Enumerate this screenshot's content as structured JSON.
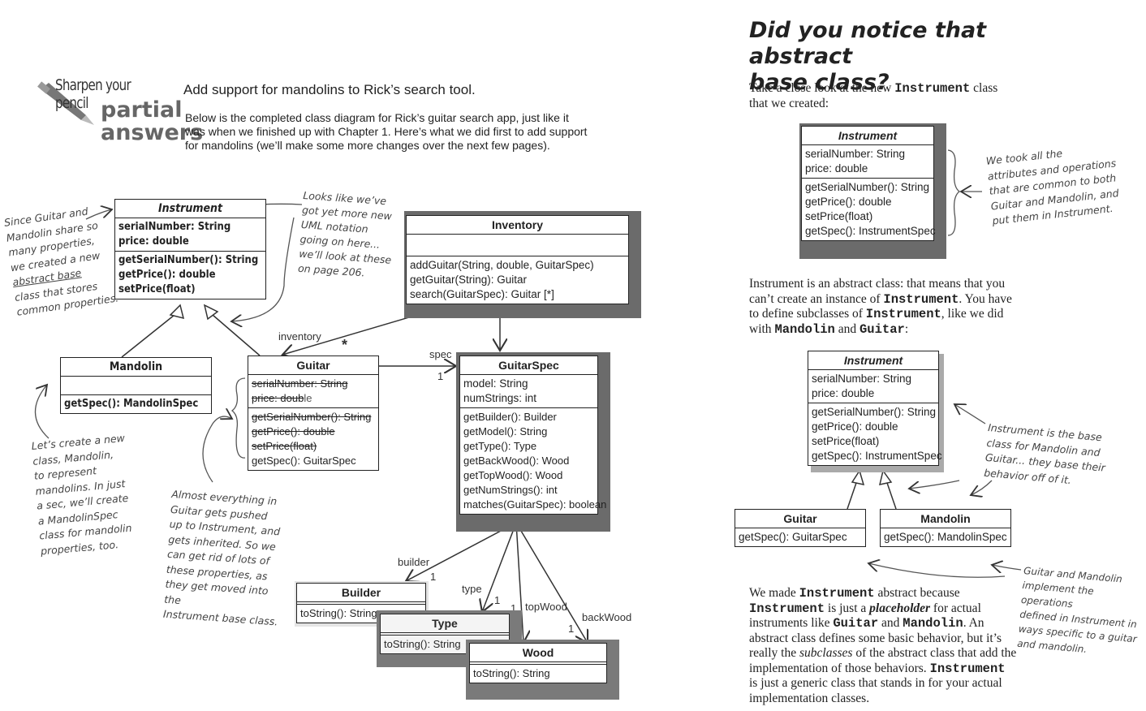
{
  "header": {
    "badge_top": "Sharpen your pencil",
    "badge_mid": "partial",
    "badge_bottom": "answers",
    "task": "Add support for mandolins to Rick’s search tool.",
    "intro_1": "Below is the completed class diagram for Rick’s guitar search app, just like it",
    "intro_2": "was when we finished up with Chapter 1. Here’s what we did first to add support",
    "intro_3": "for mandolins (we’ll make some more changes over the next few pages)."
  },
  "left_diagram": {
    "instrument": {
      "name": "Instrument",
      "attrs": [
        "serialNumber: String",
        "price: double"
      ],
      "ops": [
        "getSerialNumber(): String",
        "getPrice(): double",
        "setPrice(float)"
      ]
    },
    "mandolin": {
      "name": "Mandolin",
      "ops": [
        "getSpec(): MandolinSpec"
      ]
    },
    "guitar": {
      "name": "Guitar",
      "attr1": "serialNumber: String",
      "attr2a": "price: doub",
      "attr2b": "le",
      "ops_struck": [
        "getSerialNumber(): String",
        "getPrice(): double",
        "setPrice(float)"
      ],
      "op_kept": "getSpec(): GuitarSpec"
    },
    "inventory": {
      "name": "Inventory",
      "ops": [
        "addGuitar(String, double, GuitarSpec)",
        "getGuitar(String): Guitar",
        "search(GuitarSpec): Guitar [*]"
      ]
    },
    "guitarspec": {
      "name": "GuitarSpec",
      "attrs": [
        "model: String",
        "numStrings: int"
      ],
      "ops": [
        "getBuilder(): Builder",
        "getModel(): String",
        "getType(): Type",
        "getBackWood(): Wood",
        "getTopWood(): Wood",
        "getNumStrings(): int",
        "matches(GuitarSpec): boolean"
      ]
    },
    "builder": {
      "name": "Builder",
      "ops": [
        "toString(): String"
      ]
    },
    "type": {
      "name": "Type",
      "ops": [
        "toString(): String"
      ]
    },
    "wood": {
      "name": "Wood",
      "ops": [
        "toString(): String"
      ]
    },
    "labels": {
      "inventory": "inventory",
      "star": "*",
      "spec": "spec",
      "one": "1",
      "builder": "builder",
      "type": "type",
      "topwood": "topWood",
      "backwood": "backWood"
    }
  },
  "notes": {
    "n1": [
      "Since Guitar and",
      "Mandolin share so",
      "many properties,",
      "we created a new",
      "abstract base",
      "class that stores",
      "common properties."
    ],
    "n2": [
      "Looks like we’ve",
      "got yet more new",
      "UML notation",
      "going on here...",
      "we’ll look at these",
      "on page 206."
    ],
    "n3": [
      "Let’s create a new",
      "class, Mandolin,",
      "to represent",
      "mandolins. In just",
      "a sec, we’ll create",
      "a MandolinSpec",
      "class for mandolin",
      "properties, too."
    ],
    "n4": [
      "Almost everything in",
      "Guitar gets pushed",
      "up to Instrument, and",
      "gets inherited. So we",
      "can get rid of lots of",
      "these properties, as",
      "they get moved into the",
      "Instrument base class."
    ]
  },
  "right": {
    "title_1": "Did you notice that abstract",
    "title_2": "base class?",
    "p1_a": "Take a close look at the new ",
    "p1_code": "Instrument",
    "p1_b": " class",
    "p1_c": "that we created:",
    "box1": {
      "name": "Instrument",
      "attrs": [
        "serialNumber: String",
        "price: double"
      ],
      "ops": [
        "getSerialNumber(): String",
        "getPrice(): double",
        "setPrice(float)",
        "getSpec(): InstrumentSpec"
      ]
    },
    "note_a": [
      "We took all the",
      "attributes and operations",
      "that are common to both",
      "Guitar and Mandolin, and",
      "put them in Instrument."
    ],
    "p2_l1": "Instrument is an abstract class: that means that you",
    "p2_l2a": "can’t create an instance of ",
    "p2_l2code": "Instrument",
    "p2_l2b": ". You have",
    "p2_l3a": "to define subclasses of ",
    "p2_l3code": "Instrument",
    "p2_l3b": ", like we did",
    "p2_l4a": "with ",
    "p2_l4code1": "Mandolin",
    "p2_l4b": " and ",
    "p2_l4code2": "Guitar",
    "p2_l4c": ":",
    "box2": {
      "name": "Instrument",
      "attrs": [
        "serialNumber: String",
        "price: double"
      ],
      "ops": [
        "getSerialNumber(): String",
        "getPrice(): double",
        "setPrice(float)",
        "getSpec(): InstrumentSpec"
      ]
    },
    "guitar": {
      "name": "Guitar",
      "op": "getSpec(): GuitarSpec"
    },
    "mandolin": {
      "name": "Mandolin",
      "op": "getSpec(): MandolinSpec"
    },
    "note_b": [
      "Instrument is the base",
      "class for Mandolin and",
      "Guitar... they base their",
      "behavior off of it."
    ],
    "note_c": [
      "Guitar and Mandolin",
      "implement the operations",
      "defined in Instrument in",
      "ways specific to a guitar",
      "and mandolin."
    ],
    "p3": {
      "l1a": "We made ",
      "l1code": "Instrument",
      "l1b": " abstract because",
      "l2code": "Instrument",
      "l2a": " is just a ",
      "l2em": "placeholder",
      "l2b": " for actual",
      "l3a": "instruments like ",
      "l3code1": "Guitar",
      "l3b": " and ",
      "l3code2": "Mandolin",
      "l3c": ". An",
      "l4": "abstract class defines some basic behavior, but it’s",
      "l5a": "really the ",
      "l5em": "subclasses",
      "l5b": " of the abstract class that add the",
      "l6a": "implementation of those behaviors. ",
      "l6code": "Instrument",
      "l7": "is just a generic class that stands in for your actual",
      "l8": "implementation classes."
    }
  }
}
